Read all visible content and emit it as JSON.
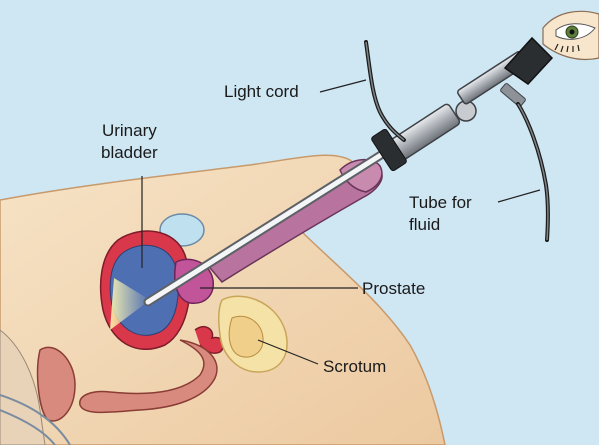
{
  "labels": {
    "light_cord": "Light cord",
    "urinary_bladder_line1": "Urinary",
    "urinary_bladder_line2": "bladder",
    "tube_for_fluid_line1": "Tube for",
    "tube_for_fluid_line2": "fluid",
    "prostate": "Prostate",
    "scrotum": "Scrotum"
  },
  "colors": {
    "background": "#cfe6f3",
    "skin": "#f2d9b4",
    "bladder_wall": "#d9374a",
    "bladder_lumen": "#4f6fb3",
    "prostate": "#c2549a",
    "penis": "#b8739f",
    "rectum": "#d98a7e",
    "instrument": "#8d9299",
    "line": "#222222"
  }
}
